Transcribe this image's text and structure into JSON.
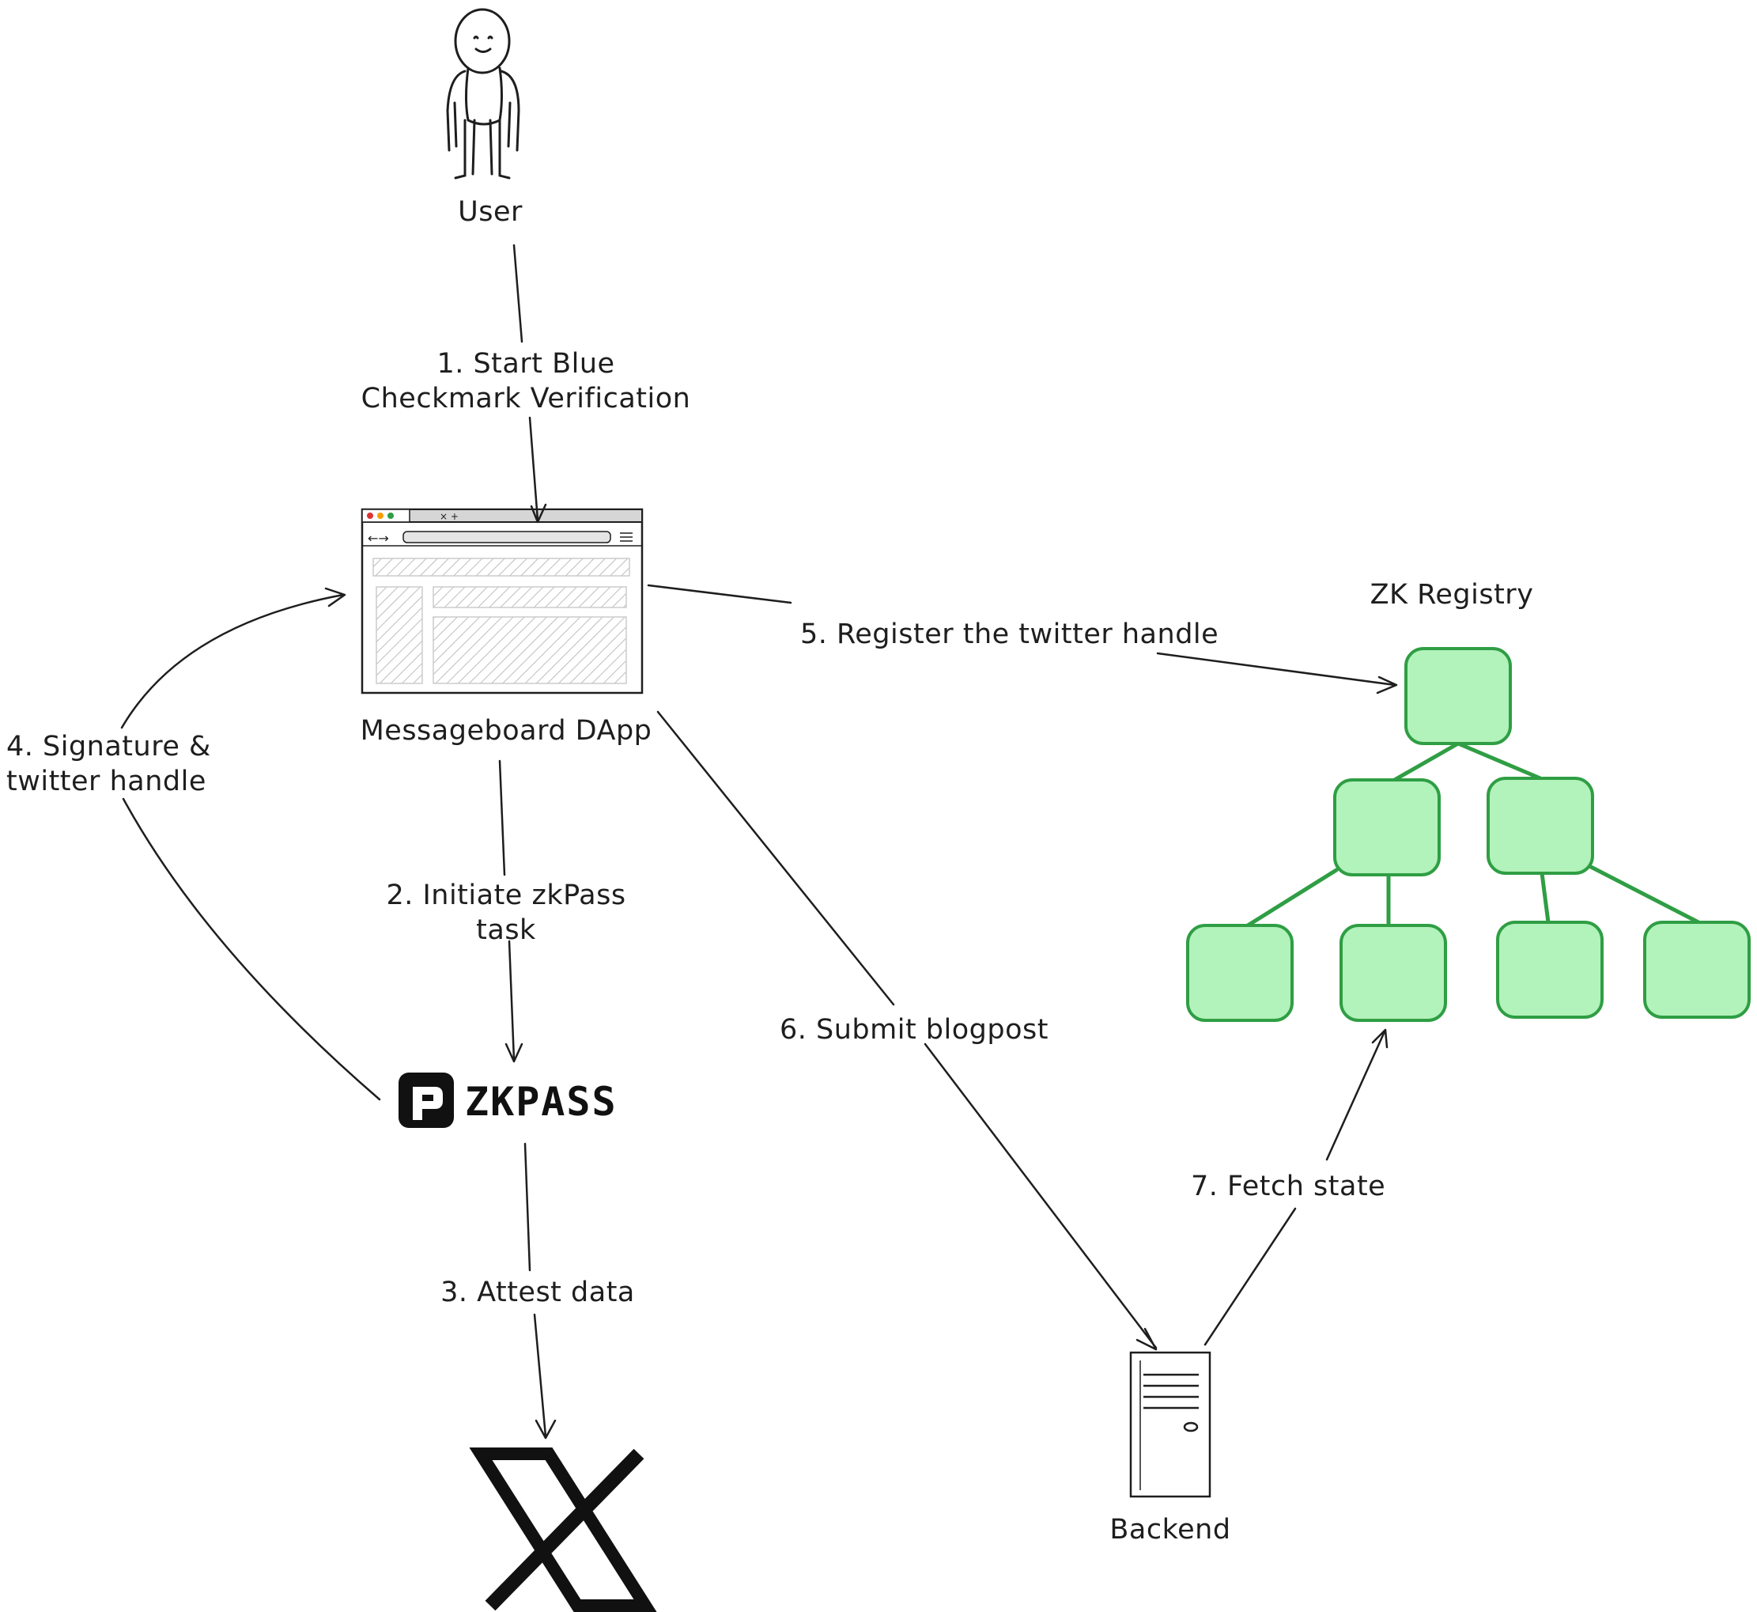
{
  "nodes": {
    "user": "User",
    "dapp": "Messageboard DApp",
    "registry": "ZK Registry",
    "backend": "Backend",
    "zkpass_logo_text": "ZKPASS"
  },
  "steps": {
    "s1_line1": "1. Start Blue",
    "s1_line2": "Checkmark Verification",
    "s2_line1": "2. Initiate zkPass",
    "s2_line2": "task",
    "s3": "3. Attest data",
    "s4_line1": "4. Signature &",
    "s4_line2": "twitter handle",
    "s5": "5. Register the twitter handle",
    "s6": "6. Submit blogpost",
    "s7": "7. Fetch state"
  },
  "colors": {
    "stroke": "#1e1e1e",
    "tree_fill": "#b2f2bb",
    "tree_stroke": "#2f9e44"
  },
  "icons": [
    "person-icon",
    "browser-window-icon",
    "zkpass-logo",
    "x-logo",
    "server-icon",
    "tree-icon"
  ]
}
